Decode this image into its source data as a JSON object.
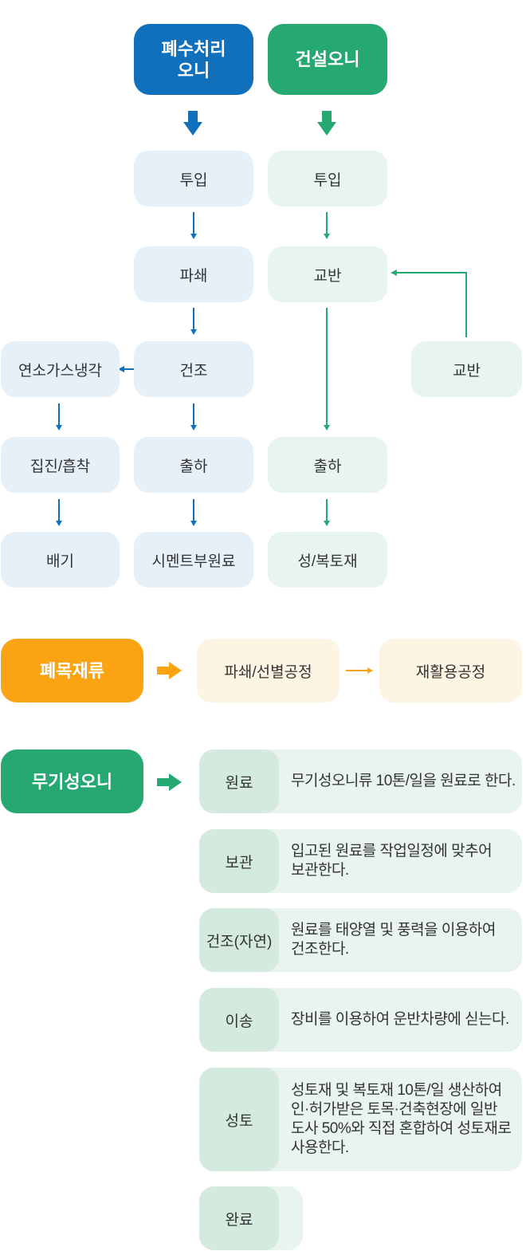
{
  "flow": {
    "wastewater_head": "폐수처리\n오니",
    "construction_head": "건설오니",
    "ww_input": "투입",
    "ww_crush": "파쇄",
    "ww_dry": "건조",
    "ww_ship": "출하",
    "ww_cement": "시멘트부원료",
    "gas_cool": "연소가스냉각",
    "collect": "집진/흡착",
    "exhaust": "배기",
    "con_input": "투입",
    "con_mix": "교반",
    "con_mix_side": "교반",
    "con_ship": "출하",
    "con_fill": "성/복토재"
  },
  "wood": {
    "head": "폐목재류",
    "step1": "파쇄/선별공정",
    "step2": "재활용공정"
  },
  "inorganic": {
    "head": "무기성오니",
    "steps": [
      {
        "label": "원료",
        "text": "무기성오니류 10톤/일을 원료로 한다."
      },
      {
        "label": "보관",
        "text": "입고된 원료를 작업일정에 맞추어\n보관한다."
      },
      {
        "label": "건조(자연)",
        "text": "원료를 태양열 및 풍력을 이용하여\n건조한다."
      },
      {
        "label": "이송",
        "text": "장비를 이용하여 운반차량에 싣는다."
      },
      {
        "label": "성토",
        "text": "성토재 및 복토재 10톤/일 생산하여\n인·허가받은 토목·건축현장에 일반\n도사 50%와 직접 혼합하여 성토재로\n사용한다."
      }
    ],
    "done": "완료"
  },
  "colors": {
    "blue": "#1170bb",
    "green": "#25a871",
    "orange": "#faa414"
  },
  "icons": [
    "arrow-down-icon",
    "arrow-left-icon",
    "arrow-right-icon"
  ]
}
